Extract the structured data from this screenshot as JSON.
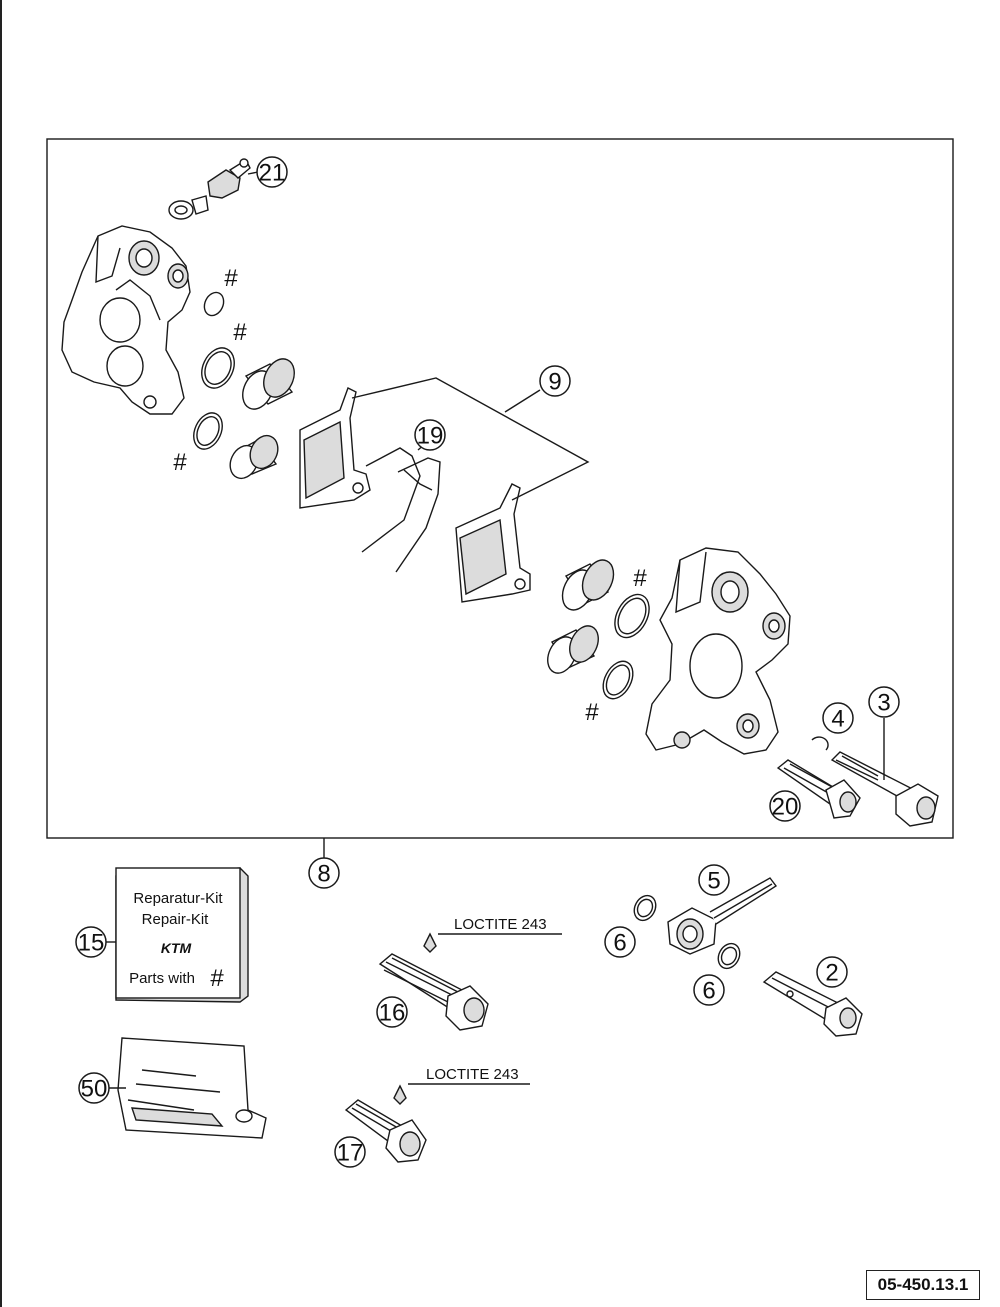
{
  "diagram": {
    "callouts": {
      "c21": "21",
      "c9": "9",
      "c19": "19",
      "c4": "4",
      "c3": "3",
      "c20": "20",
      "c8": "8",
      "c15": "15",
      "c16": "16",
      "c17": "17",
      "c5": "5",
      "c6a": "6",
      "c6b": "6",
      "c2": "2",
      "c50": "50"
    },
    "marks": {
      "hash": "#"
    },
    "repair_kit": {
      "line1": "Reparatur-Kit",
      "line2": "Repair-Kit",
      "logo": "KTM",
      "line3": "Parts with",
      "hash": "#"
    },
    "loctite_1": "LOCTITE 243",
    "loctite_2": "LOCTITE 243",
    "doc_id": "05-450.13.1"
  },
  "colors": {
    "line": "#1a1a1a",
    "shade": "#d9d9d9",
    "background": "#ffffff"
  }
}
